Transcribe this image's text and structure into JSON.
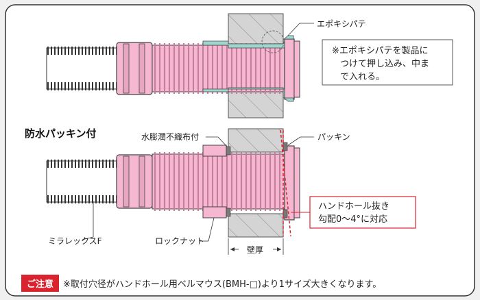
{
  "labels": {
    "epoxy_putty": "エポキシパテ",
    "epoxy_note_lines": [
      "※エポキシパテを製品に",
      "つけて押し込み、中ま",
      "で入れる。"
    ],
    "waterproof_title": "防水パッキン付",
    "water_swelling_fabric": "水膨潤不織布付",
    "packing": "パッキン",
    "slope_note_lines": [
      "ハンドホール抜き",
      "勾配0〜4°に対応"
    ],
    "conduit": "ミラレックスF",
    "locknut": "ロックナット",
    "wall_thickness": "壁厚"
  },
  "caution": {
    "tag": "ご注意",
    "text": "※取付穴径がハンドホール用ベルマウス(BMH-□)より1サイズ大きくなります。"
  },
  "colors": {
    "pink": "#f5b8d0",
    "pink_dark": "#d98aab",
    "teal": "#9fd6cf",
    "wall": "#d3d3d3",
    "red": "#d9232e"
  }
}
